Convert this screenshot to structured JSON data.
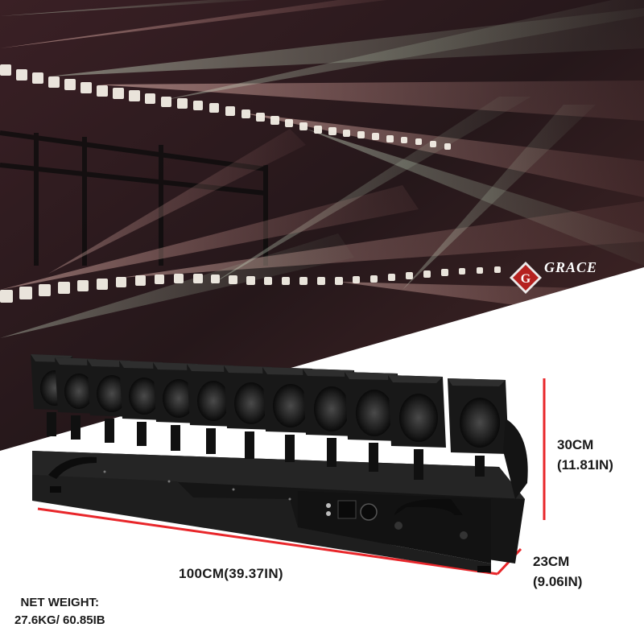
{
  "brand": {
    "logo_letter": "G",
    "name": "GRACE"
  },
  "dimensions": {
    "length": "100CM(39.37IN)",
    "height_cm": "30CM",
    "height_in": "(11.81IN)",
    "depth_cm": "23CM",
    "depth_in": "(9.06IN)"
  },
  "weight": {
    "label": "NET WEIGHT:",
    "value": "27.6KG/ 60.85IB"
  },
  "colors": {
    "dimension_line": "#e8262a",
    "fixture_body": "#1b1b1b",
    "background_stage": "#2a1a1c",
    "beam": "#e9b3ad"
  }
}
